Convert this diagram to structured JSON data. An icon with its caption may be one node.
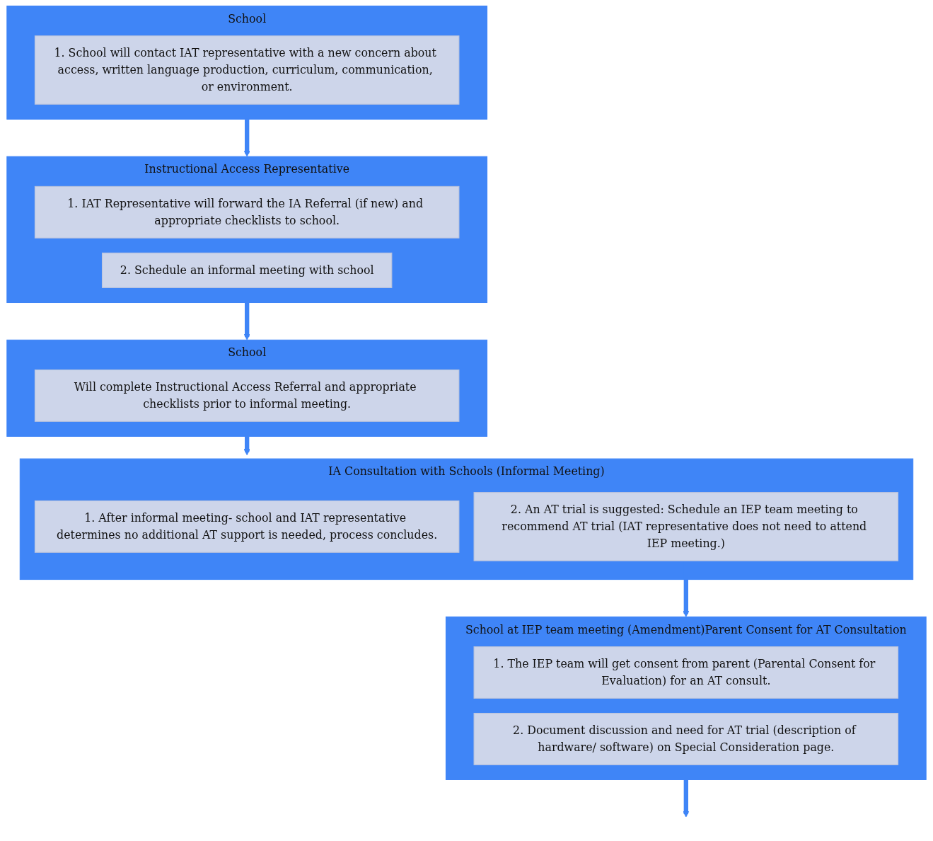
{
  "diagram": {
    "nodes": [
      {
        "text": [
          "School"
        ]
      },
      {
        "text": [
          "1. School will contact IAT representative with a new concern about access, written language production, curriculum, communication, or environment."
        ],
        "in": 0
      },
      {
        "text": [
          "Instructional Access Representative"
        ]
      },
      {
        "text": [
          "1. IAT Representative will forward the IA Referral (if new) and appropriate checklists to school."
        ],
        "in": 2
      },
      {
        "text": [
          "2. Schedule an informal meeting with school"
        ],
        "in": 2
      },
      {
        "text": [
          "School"
        ]
      },
      {
        "text": [
          "Will complete Instructional Access Referral and appropriate checklists prior to informal meeting."
        ],
        "in": 5
      },
      {
        "text": [
          "IA Consultation with Schools (Informal Meeting)"
        ]
      },
      {
        "text": [
          "1. After informal meeting- school and IAT representative determines no additional AT support is needed, process concludes."
        ],
        "in": 7
      },
      {
        "text": [
          "2. An AT trial is suggested: Schedule an IEP team meeting to recommend AT trial (IAT representative does not need to attend IEP meeting.)"
        ],
        "in": 7
      },
      {
        "text": [
          "School at IEP team meeting (Amendment)Parent Consent for AT Consultation"
        ]
      },
      {
        "text": [
          "1. The IEP team will get consent from parent (Parental Consent for Evaluation) for an AT consult."
        ],
        "in": 10
      },
      {
        "text": [
          "2. Document discussion and need for AT trial (description of hardware/ software) on Special Consideration page."
        ],
        "in": 10
      }
    ],
    "edges": [
      {
        "from": 0,
        "to": 2,
        "arrow": "to"
      },
      {
        "from": 2,
        "to": 5,
        "arrow": "to"
      },
      {
        "from": 5,
        "to": 7,
        "arrow": "to"
      },
      {
        "from": 9,
        "to": 10,
        "arrow": "to"
      },
      {
        "from": 10,
        "to": null,
        "arrow": "to"
      }
    ]
  }
}
